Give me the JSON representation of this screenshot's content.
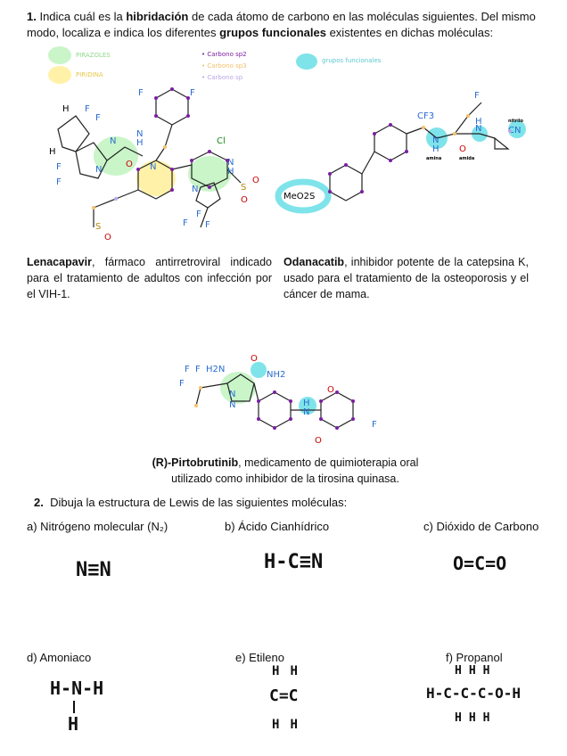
{
  "q1": {
    "number": "1.",
    "text_a": "Indica cuál es la ",
    "bold_a": "hibridación",
    "text_b": " de cada átomo de carbono en las moléculas siguientes. Del mismo modo, localiza e indica los diferentes ",
    "bold_b": "grupos funcionales",
    "text_c": " existentes en dichas moléculas:"
  },
  "legend": {
    "pirazoles": "PIRAZOLES",
    "piridina": "PIRIDINA",
    "sp2": "• Carbono sp2",
    "sp3": "• Carbono sp3",
    "sp": "• Carbono sp",
    "grupos": "grupos funcionales"
  },
  "colors": {
    "pirazol": "#c9f5c9",
    "piridina": "#fff2a8",
    "sp2": "#7a1fa2",
    "sp3": "#f3c06a",
    "sp": "#b9a7e8",
    "grupos": "#7fe3ea"
  },
  "molecule_labels": {
    "lenacapavir_atoms": [
      "H",
      "F",
      "F",
      "F",
      "F",
      "F",
      "F",
      "H",
      "N",
      "N",
      "O",
      "N",
      "H",
      "N",
      "Cl",
      "N",
      "N",
      "H",
      "S",
      "O",
      "O",
      "F",
      "F",
      "F",
      "S",
      "O"
    ],
    "odanacatib_atoms": [
      "F",
      "CF3",
      "N",
      "H",
      "O",
      "N",
      "H",
      "CN",
      "MeO2S"
    ],
    "odanacatib_notes": [
      "nitrilo",
      "amina",
      "amida"
    ],
    "pirtobrutinib_atoms": [
      "F",
      "F",
      "H2N",
      "O",
      "NH2",
      "F",
      "N",
      "N",
      "O",
      "N",
      "H",
      "O",
      "F"
    ]
  },
  "captions": {
    "lenacapavir_name": "Lenacapavir",
    "lenacapavir_desc": ", fármaco antirretroviral indicado para el tratamiento de adultos con infección por el VIH-1.",
    "odanacatib_name": "Odanacatib",
    "odanacatib_desc": ", inhibidor potente de la catepsina K, usado para el tratamiento de la osteoporosis y el cáncer de mama.",
    "pirtobrutinib_name": "(R)-Pirtobrutinib",
    "pirtobrutinib_desc": ", medicamento de quimioterapia oral utilizado como inhibidor de la tirosina quinasa."
  },
  "q2": {
    "number": "2.",
    "title": "Dibuja la estructura de Lewis de las siguientes moléculas:",
    "items": [
      {
        "label": "a)   Nitrógeno molecular (N₂)",
        "answer": "N≡N"
      },
      {
        "label": "b)   Ácido Cianhídrico",
        "answer": "H-C≡N"
      },
      {
        "label": "c)   Dióxido de Carbono",
        "answer": "O=C=O"
      },
      {
        "label": "d)   Amoniaco",
        "answer": "H-N-H"
      },
      {
        "label": "e)   Etileno",
        "answer": "C=C"
      },
      {
        "label": "f)   Propanol",
        "answer": "H-C-C-C-O-H"
      }
    ],
    "hand_h": "H"
  }
}
